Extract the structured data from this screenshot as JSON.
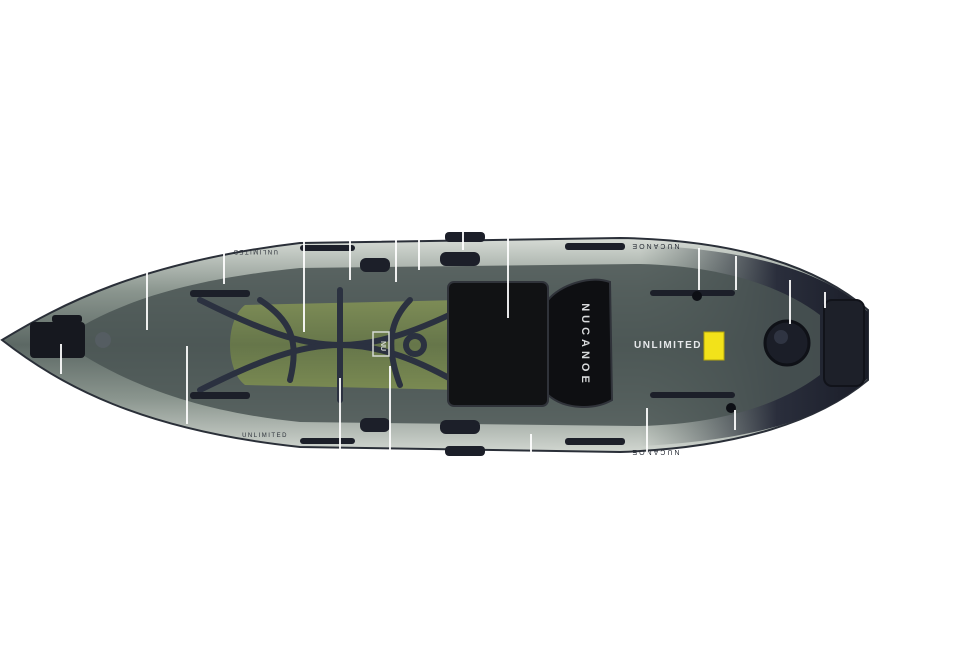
{
  "scene": {
    "subject": "kayak",
    "background_color": "#ffffff",
    "hull_colors": {
      "dark": "#1e2230",
      "mid": "#6c7a74",
      "light": "#c9cfc9",
      "olive": "#6b7a4a",
      "seat": "#141414",
      "label": "#f2e21a"
    }
  },
  "markings": {
    "seat_text": "NUCANOE",
    "stern_text": "UNLIMITED",
    "rail_text_top": "NUCANOE",
    "rail_text_bottom": "NUCANOE",
    "rail_text_left_top": "UNLIMITED",
    "rail_text_left_bottom": "UNLIMITED",
    "deck_logo": "NU"
  }
}
